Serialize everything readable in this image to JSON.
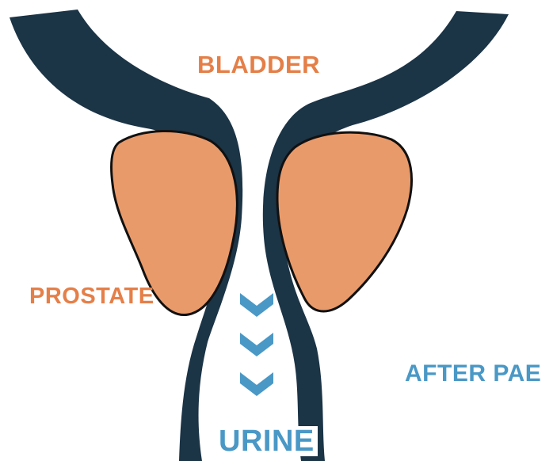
{
  "labels": {
    "bladder": "BLADDER",
    "prostate": "PROSTATE",
    "after_pae": "AFTER PAE",
    "urine": "URINE"
  },
  "colors": {
    "wall": "#1b3446",
    "prostate": "#e99a6a",
    "outline": "#111111",
    "orange_text": "#e57f48",
    "blue_text": "#4a98c6",
    "arrow": "#4a98c6"
  },
  "flow_arrows": {
    "count": 3,
    "direction": "down",
    "icon": "chevron-down"
  }
}
